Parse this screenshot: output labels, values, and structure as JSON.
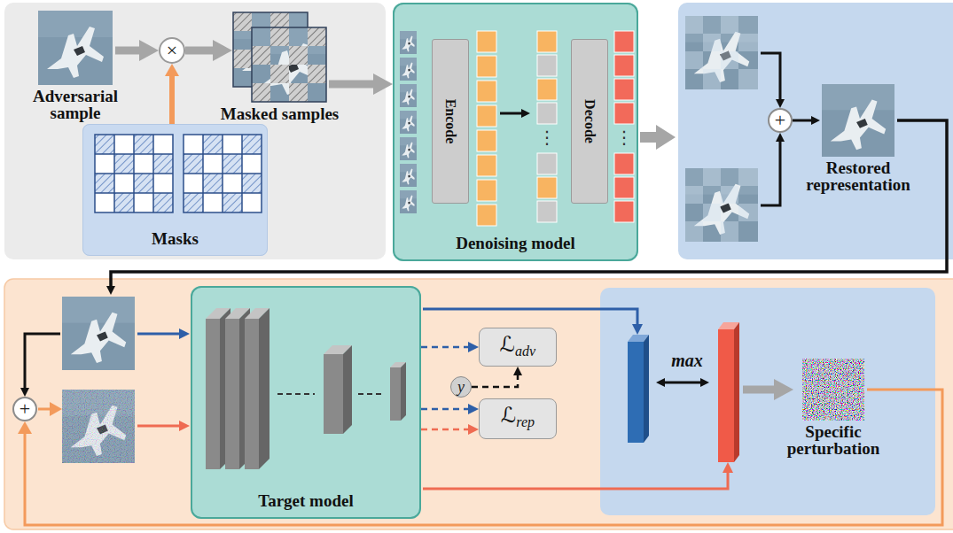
{
  "diagram": {
    "nodes": [
      {
        "text": [
          "Adversarial sample"
        ]
      },
      {
        "text": [
          "×"
        ]
      },
      {
        "text": [
          "Masks"
        ]
      },
      {
        "text": [
          "Masked samples"
        ]
      },
      {
        "text": [
          "Denoising model"
        ]
      },
      {
        "text": [
          "Encode"
        ],
        "in": 4
      },
      {
        "text": [
          "Decode"
        ],
        "in": 4
      },
      {
        "text": [
          "+"
        ]
      },
      {
        "text": [
          "Restored representation"
        ]
      },
      {
        "text": [
          "+"
        ]
      },
      {
        "text": [
          "Target model"
        ]
      },
      {
        "text": [
          "ℒ",
          "adv"
        ]
      },
      {
        "text": [
          "y"
        ]
      },
      {
        "text": [
          "ℒ",
          "rep"
        ]
      },
      {
        "text": [
          "Specific perturbation"
        ]
      }
    ],
    "edges": [
      {
        "from": 0,
        "to": 1,
        "arrow": "to"
      },
      {
        "from": 2,
        "to": 1,
        "arrow": "to"
      },
      {
        "from": 1,
        "to": 3,
        "arrow": "to"
      },
      {
        "from": 3,
        "to": 4,
        "arrow": "to"
      },
      {
        "from": 7,
        "to": 8,
        "arrow": "to"
      },
      {
        "from": 10,
        "to": 11,
        "arrow": "to"
      },
      {
        "from": 12,
        "to": 11,
        "arrow": "to"
      },
      {
        "from": 10,
        "to": 13,
        "arrow": "to"
      },
      {
        "from": 10,
        "to": 13,
        "arrow": "to"
      },
      {
        "from": 14,
        "to": 9,
        "arrow": "to"
      }
    ],
    "labels": [
      "max",
      "⋮",
      "⋮"
    ]
  }
}
